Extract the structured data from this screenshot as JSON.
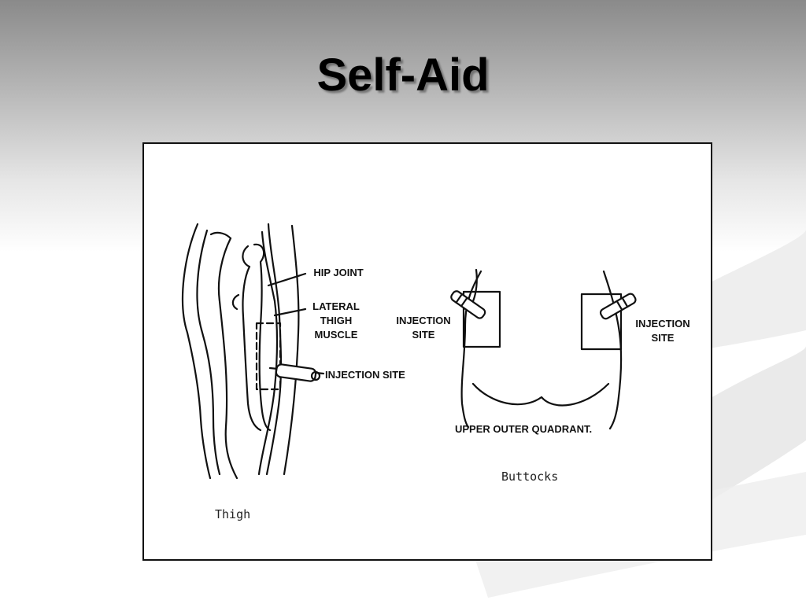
{
  "slide": {
    "title": "Self-Aid"
  },
  "diagram": {
    "thigh": {
      "labels": {
        "hip_joint": "HIP JOINT",
        "lateral_thigh_muscle": "LATERAL\nTHIGH\nMUSCLE",
        "injection_site": "INJECTION SITE"
      },
      "caption": "Thigh"
    },
    "buttocks": {
      "labels": {
        "injection_site_left": "INJECTION\nSITE",
        "injection_site_right": "INJECTION\nSITE",
        "upper_outer_quadrant": "UPPER OUTER QUADRANT."
      },
      "caption": "Buttocks"
    }
  },
  "colors": {
    "line": "#111111",
    "background_top": "#8a8a8a",
    "swirl": "#e6e6e6"
  }
}
